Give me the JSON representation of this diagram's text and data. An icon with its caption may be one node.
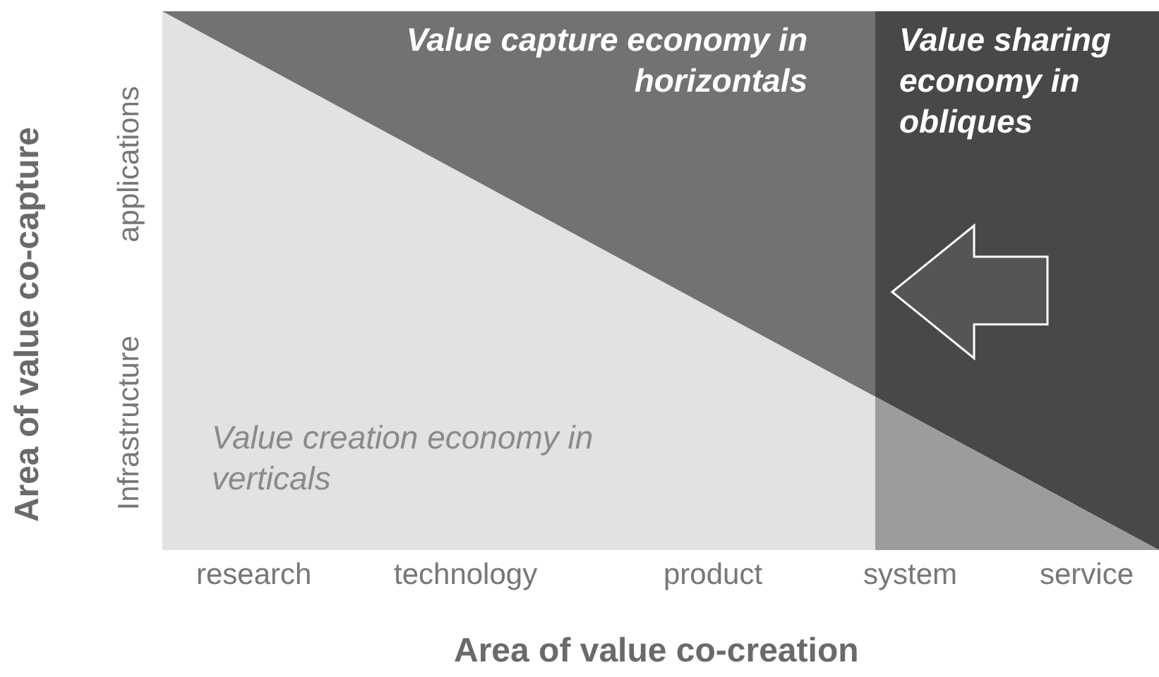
{
  "diagram": {
    "nodes": [
      {
        "text": [
          "Value creation economy in verticals"
        ]
      },
      {
        "text": [
          "Value capture economy in horizontals"
        ]
      },
      {
        "text": [
          "Value sharing economy in obliques"
        ]
      }
    ],
    "labels": [
      "Area of value co-capture",
      "applications",
      "Infrastructure",
      "research",
      "technology",
      "product",
      "system",
      "service",
      "Area of value co-creation"
    ]
  }
}
